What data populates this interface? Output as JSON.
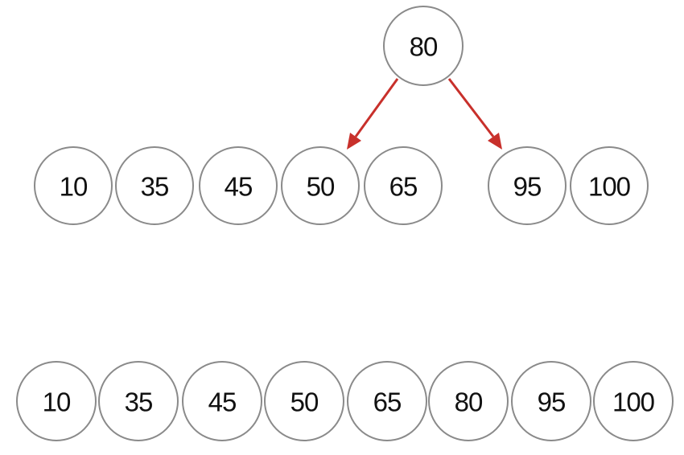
{
  "root": {
    "label": "80"
  },
  "left_group": {
    "labels": [
      "10",
      "35",
      "45",
      "50",
      "65"
    ]
  },
  "right_group": {
    "labels": [
      "95",
      "100"
    ]
  },
  "merged_row": {
    "labels": [
      "10",
      "35",
      "45",
      "50",
      "65",
      "80",
      "95",
      "100"
    ]
  },
  "colors": {
    "arrow": "#c8302b",
    "node_stroke": "#8a8a8a",
    "text": "#111111"
  }
}
